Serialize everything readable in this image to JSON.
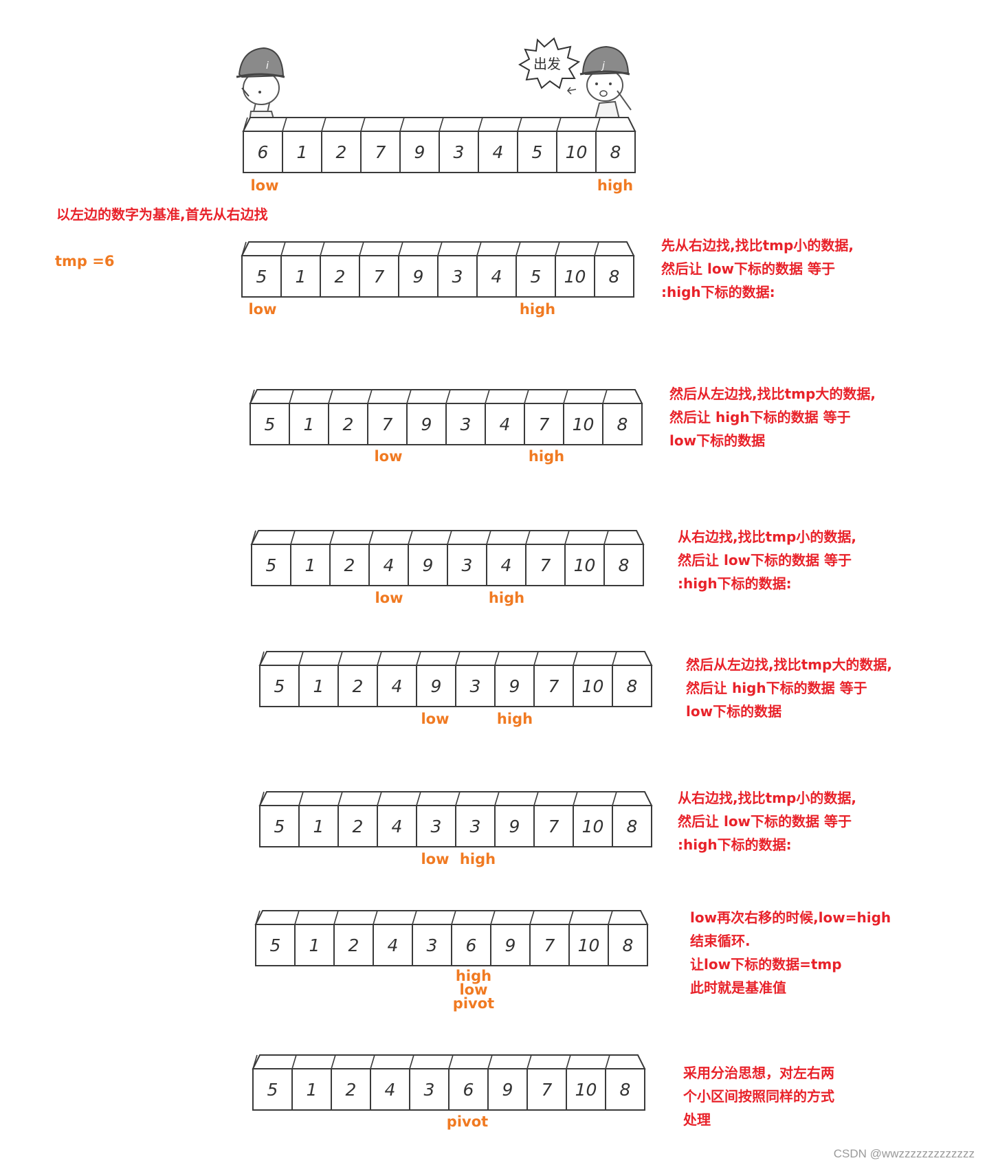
{
  "intro": {
    "headline": "以左边的数字为基准,首先从右边找",
    "tmp_label": "tmp =6"
  },
  "characters": {
    "left_helmet": "i",
    "right_helmet": "j",
    "speech": "出发"
  },
  "rows": [
    {
      "values": [
        "6",
        "1",
        "2",
        "7",
        "9",
        "3",
        "4",
        "5",
        "10",
        "8"
      ],
      "pointers": [
        {
          "text": "low"
        },
        {
          "text": "high"
        }
      ],
      "note": []
    },
    {
      "values": [
        "5",
        "1",
        "2",
        "7",
        "9",
        "3",
        "4",
        "5",
        "10",
        "8"
      ],
      "pointers": [
        {
          "text": "low"
        },
        {
          "text": "high"
        }
      ],
      "note": [
        "先从右边找,找比tmp小的数据,",
        "然后让 low下标的数据 等于",
        ":high下标的数据:"
      ]
    },
    {
      "values": [
        "5",
        "1",
        "2",
        "7",
        "9",
        "3",
        "4",
        "7",
        "10",
        "8"
      ],
      "pointers": [
        {
          "text": "low"
        },
        {
          "text": "high"
        }
      ],
      "note": [
        "然后从左边找,找比tmp大的数据,",
        "然后让 high下标的数据 等于",
        "low下标的数据"
      ]
    },
    {
      "values": [
        "5",
        "1",
        "2",
        "4",
        "9",
        "3",
        "4",
        "7",
        "10",
        "8"
      ],
      "pointers": [
        {
          "text": "low"
        },
        {
          "text": "high"
        }
      ],
      "note": [
        "  从右边找,找比tmp小的数据,",
        "然后让 low下标的数据 等于",
        ":high下标的数据:"
      ]
    },
    {
      "values": [
        "5",
        "1",
        "2",
        "4",
        "9",
        "3",
        "9",
        "7",
        "10",
        "8"
      ],
      "pointers": [
        {
          "text": "low"
        },
        {
          "text": "high"
        }
      ],
      "note": [
        "然后从左边找,找比tmp大的数据,",
        "然后让 high下标的数据 等于",
        "low下标的数据"
      ]
    },
    {
      "values": [
        "5",
        "1",
        "2",
        "4",
        "3",
        "3",
        "9",
        "7",
        "10",
        "8"
      ],
      "pointers": [
        {
          "text": "low"
        },
        {
          "text": "high"
        }
      ],
      "note": [
        "  从右边找,找比tmp小的数据,",
        "然后让 low下标的数据 等于",
        ":high下标的数据:"
      ]
    },
    {
      "values": [
        "5",
        "1",
        "2",
        "4",
        "3",
        "6",
        "9",
        "7",
        "10",
        "8"
      ],
      "pointers": [
        {
          "text": "high"
        },
        {
          "text": "low"
        },
        {
          "text": "pivot"
        }
      ],
      "note": [
        "low再次右移的时候,low=high",
        "结束循环.",
        "让low下标的数据=tmp",
        "此时就是基准值"
      ]
    },
    {
      "values": [
        "5",
        "1",
        "2",
        "4",
        "3",
        "6",
        "9",
        "7",
        "10",
        "8"
      ],
      "pointers": [
        {
          "text": "pivot"
        }
      ],
      "note": [
        "采用分治思想，对左右两",
        "个小区间按照同样的方式",
        "处理"
      ]
    }
  ],
  "watermark": "CSDN @wwzzzzzzzzzzzzz",
  "colors": {
    "note": "#e8222a",
    "pointer": "#f07a22",
    "ink": "#3a3a3a"
  }
}
